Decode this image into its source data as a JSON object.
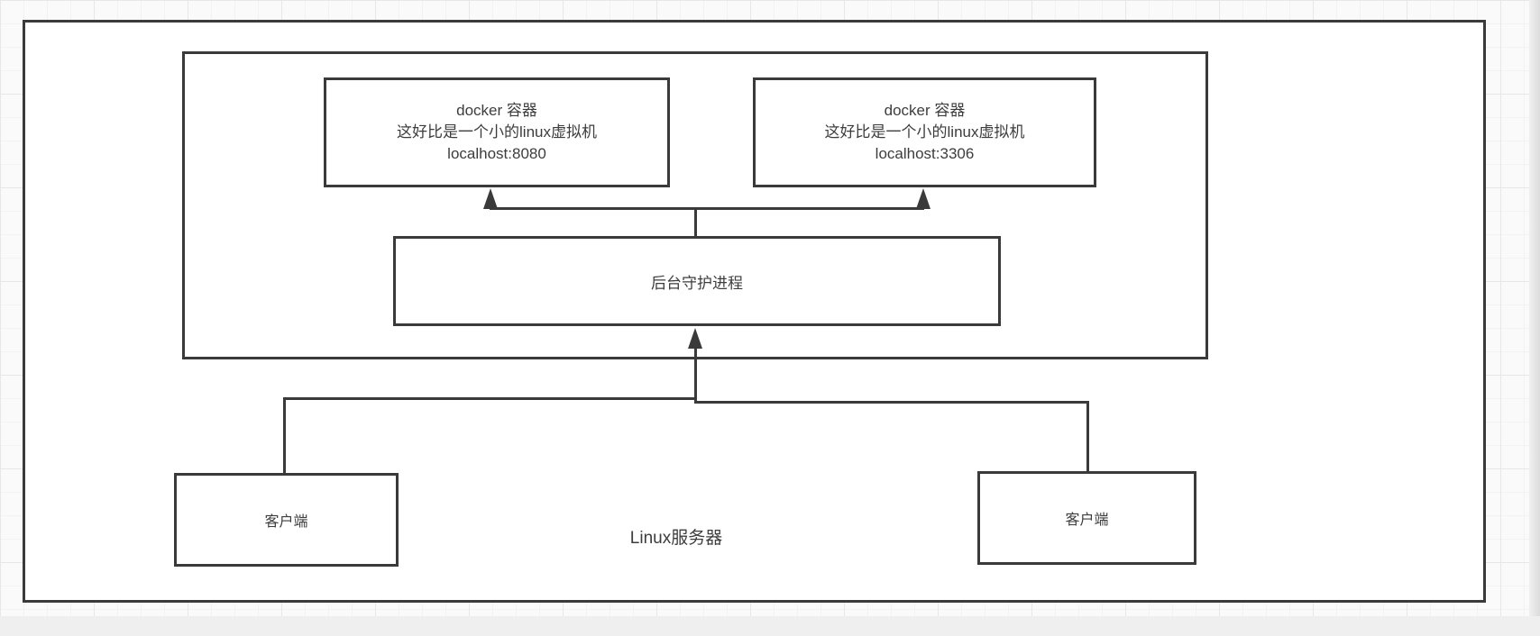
{
  "diagram": {
    "server": {
      "label": "Linux服务器"
    },
    "nodes": {
      "docker_left": {
        "lines": [
          "docker 容器",
          "这好比是一个小的linux虚拟机",
          "localhost:8080"
        ]
      },
      "docker_right": {
        "lines": [
          "docker 容器",
          "这好比是一个小的linux虚拟机",
          "localhost:3306"
        ]
      },
      "daemon": {
        "label": "后台守护进程"
      },
      "client_left": {
        "label": "客户端"
      },
      "client_right": {
        "label": "客户端"
      }
    },
    "colors": {
      "line": "#3a3a3a",
      "text": "#3d3d3d",
      "box_fill": "#ffffff",
      "canvas_bg": "#fafafa",
      "grid_major": "#e7e7e7",
      "grid_minor": "#f2f2f2"
    }
  }
}
